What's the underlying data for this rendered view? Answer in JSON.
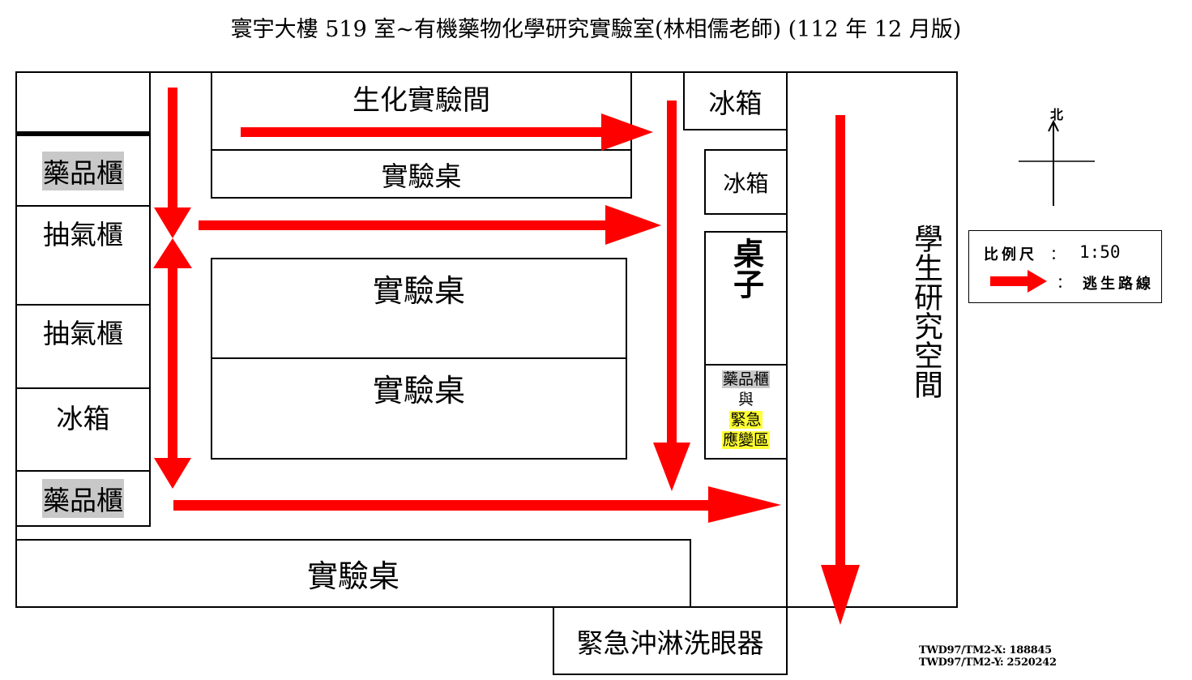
{
  "title": "寰宇大樓 519 室~有機藥物化學研究實驗室(林相儒老師) (112 年 12 月版)",
  "rooms": {
    "top_left_blank": "",
    "cab1": "藥品櫃",
    "fume1": "抽氣櫃",
    "fume2": "抽氣櫃",
    "fridge_left": "冰箱",
    "cab2": "藥品櫃",
    "biochem_room": "生化實驗間",
    "bench_top": "實驗桌",
    "bench_mid1": "實驗桌",
    "bench_mid2": "實驗桌",
    "bench_bottom": "實驗桌",
    "fridge_top_right": "冰箱",
    "fridge_right": "冰箱",
    "table": "桌子",
    "cab_emergency": {
      "line1": "藥品櫃",
      "line2": "與",
      "line3": "緊急",
      "line4": "應變區"
    },
    "student_room": "學生研究空間",
    "eyewash": "緊急沖淋洗眼器"
  },
  "compass": {
    "north_label": "北"
  },
  "legend": {
    "scale_label": "比例尺",
    "scale_separator": "：",
    "scale_value": "1:50",
    "route_separator": "：",
    "route_label": "逃生路線",
    "route_color": "#ff0000"
  },
  "coordinates": {
    "x": "TWD97/TM2-X: 188845",
    "y": "TWD97/TM2-Y: 2520242"
  },
  "colors": {
    "arrow": "#ff0000",
    "highlight_grey": "#c8c8c8",
    "highlight_yellow": "#ffff33"
  }
}
